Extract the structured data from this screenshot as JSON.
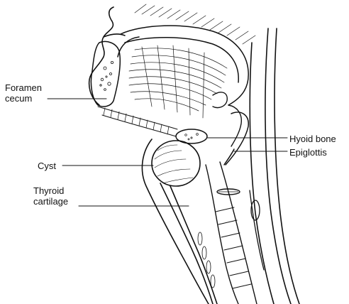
{
  "labels": {
    "foramen_cecum": [
      "Foramen",
      "cecum"
    ],
    "cyst": "Cyst",
    "thyroid_cartilage": [
      "Thyroid",
      "cartilage"
    ],
    "hyoid_bone": "Hyoid bone",
    "epiglottis": "Epiglottis"
  },
  "colors": {
    "ink": "#111111",
    "background": "#ffffff"
  }
}
